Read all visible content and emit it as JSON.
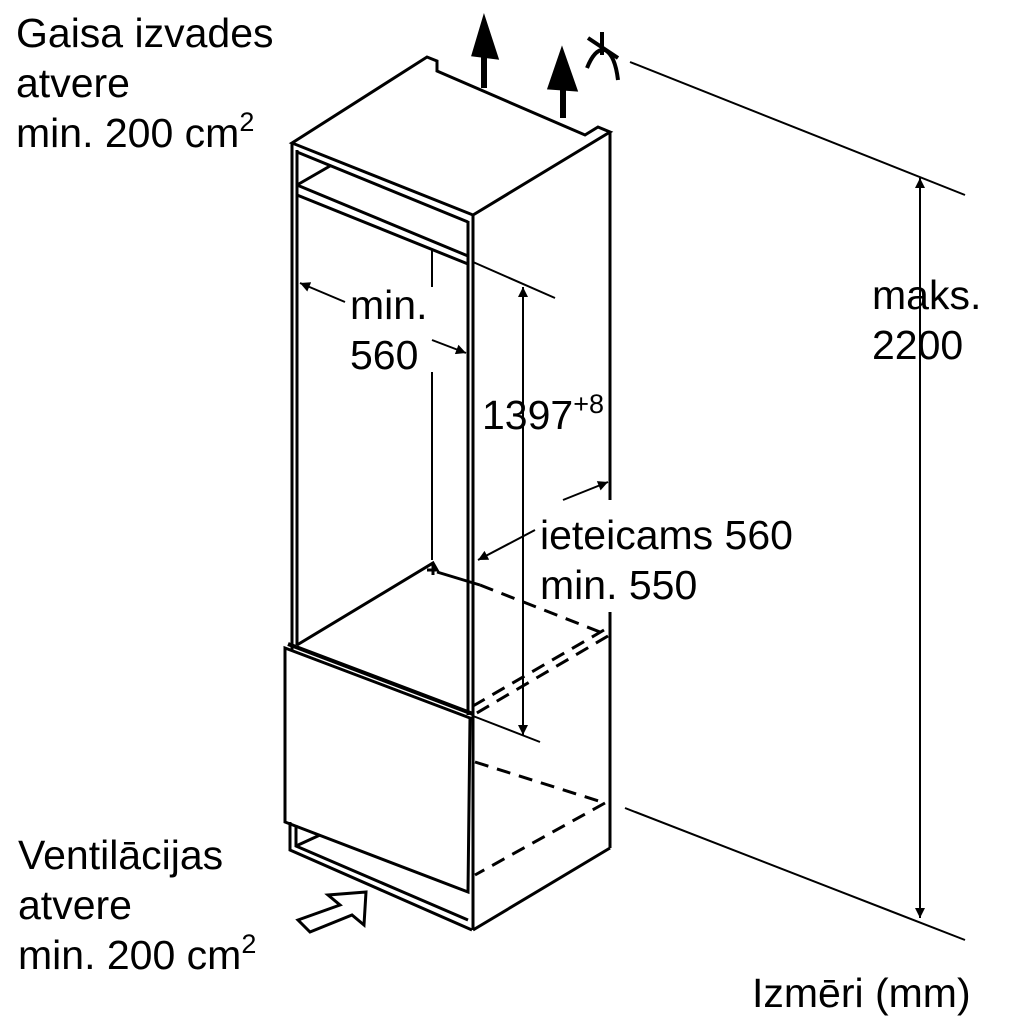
{
  "labels": {
    "air_outlet": {
      "line1": "Gaisa izvades",
      "line2": "atvere",
      "line3": "min. 200 cm",
      "sup": "2"
    },
    "ventilation": {
      "line1": "Ventilācijas",
      "line2": "atvere",
      "line3": "min. 200 cm",
      "sup": "2"
    },
    "width": {
      "line1": "min.",
      "line2": "560"
    },
    "niche_height": {
      "value": "1397",
      "sup": "+8"
    },
    "depth": {
      "line1": "ieteicams 560",
      "line2": "min. 550"
    },
    "max_height": {
      "line1": "maks.",
      "line2": "2200"
    },
    "units": "Izmēri (mm)"
  },
  "colors": {
    "ink": "#000000",
    "background": "#ffffff"
  }
}
